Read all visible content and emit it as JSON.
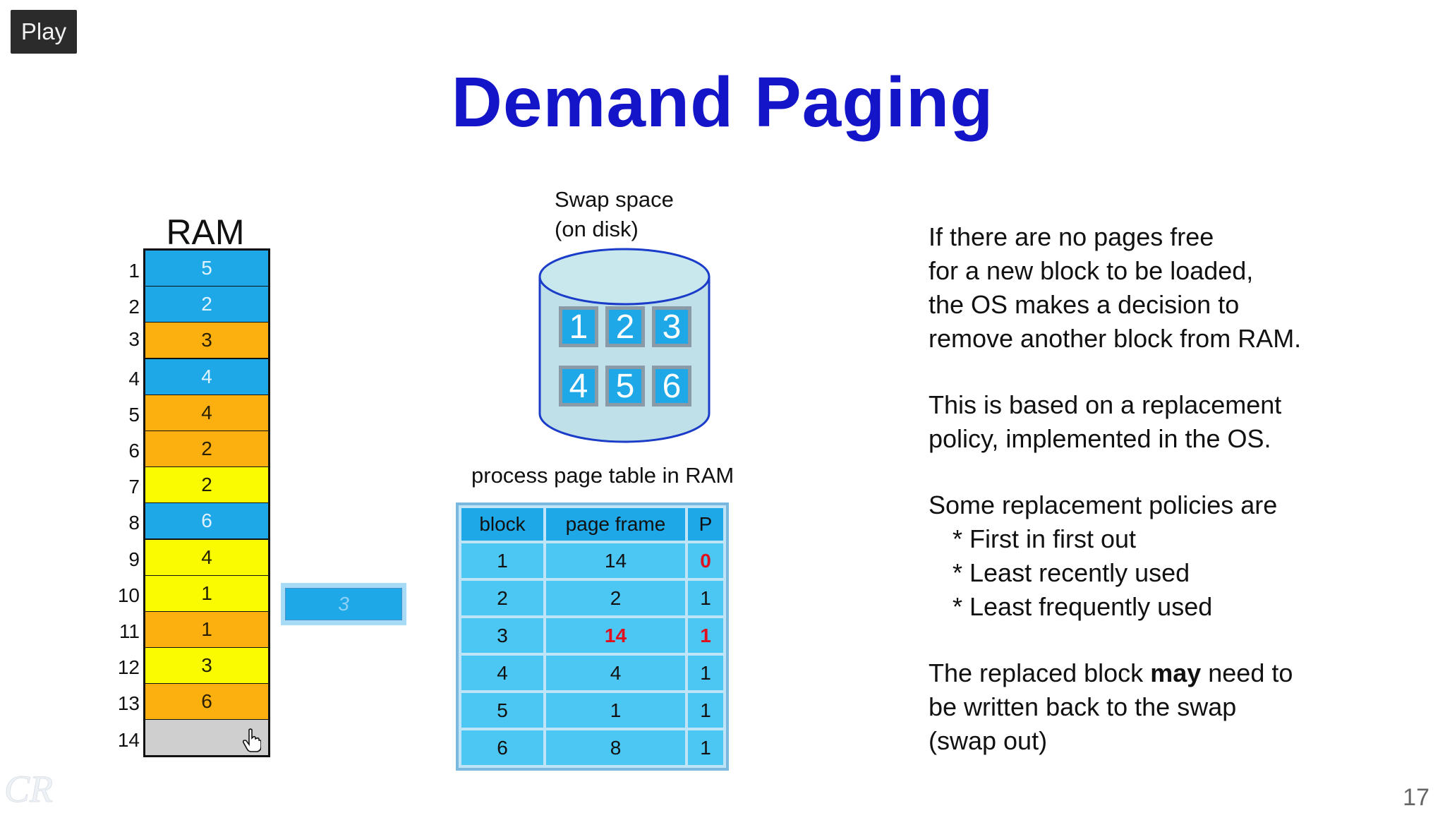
{
  "controls": {
    "play_label": "Play"
  },
  "slide": {
    "title": "Demand Paging",
    "page_number": "17",
    "watermark": "CR"
  },
  "ram": {
    "label": "RAM",
    "cells": [
      {
        "index": "1",
        "value": "5",
        "color": "#1ea8e8"
      },
      {
        "index": "2",
        "value": "2",
        "color": "#1ea8e8"
      },
      {
        "index": "3",
        "value": "3",
        "color": "#fbb010"
      },
      {
        "index": "4",
        "value": "4",
        "color": "#1ea8e8"
      },
      {
        "index": "5",
        "value": "4",
        "color": "#fbb010"
      },
      {
        "index": "6",
        "value": "2",
        "color": "#fbb010"
      },
      {
        "index": "7",
        "value": "2",
        "color": "#fafa00"
      },
      {
        "index": "8",
        "value": "6",
        "color": "#1ea8e8"
      },
      {
        "index": "9",
        "value": "4",
        "color": "#fafa00"
      },
      {
        "index": "10",
        "value": "1",
        "color": "#fafa00"
      },
      {
        "index": "11",
        "value": "1",
        "color": "#fbb010"
      },
      {
        "index": "12",
        "value": "3",
        "color": "#fafa00"
      },
      {
        "index": "13",
        "value": "6",
        "color": "#fbb010"
      },
      {
        "index": "14",
        "value": "",
        "color": "#cfcfcf"
      }
    ]
  },
  "moving_block": {
    "value": "3"
  },
  "swap": {
    "label_line1": "Swap space",
    "label_line2": "(on disk)",
    "blocks_row1": [
      "1",
      "2",
      "3"
    ],
    "blocks_row2": [
      "4",
      "5",
      "6"
    ]
  },
  "page_table": {
    "caption": "process page table in RAM",
    "headers": [
      "block",
      "page frame",
      "P"
    ],
    "rows": [
      [
        "1",
        "14",
        "0"
      ],
      [
        "2",
        "2",
        "1"
      ],
      [
        "3",
        "14",
        "1"
      ],
      [
        "4",
        "4",
        "1"
      ],
      [
        "5",
        "1",
        "1"
      ],
      [
        "6",
        "8",
        "1"
      ]
    ]
  },
  "notes": {
    "p1": [
      "If there are no pages free",
      "for a new block to be loaded,",
      "the OS makes a decision to",
      "remove another block from RAM."
    ],
    "p2": [
      "This is based on a replacement",
      "policy, implemented in the OS."
    ],
    "p3_intro": "Some replacement policies are",
    "p3_items": [
      "* First in first out",
      "* Least recently used",
      "* Least frequently used"
    ],
    "p4_pre": "The replaced block ",
    "p4_bold": "may",
    "p4_post": " need to",
    "p4_line2": "be written back to the swap",
    "p4_line3": "(swap out)"
  },
  "colors": {
    "title": "#1414c8",
    "blue_block": "#1ea8e8",
    "orange_block": "#fbb010",
    "yellow_block": "#fafa00",
    "highlight_red": "#e0101e"
  }
}
